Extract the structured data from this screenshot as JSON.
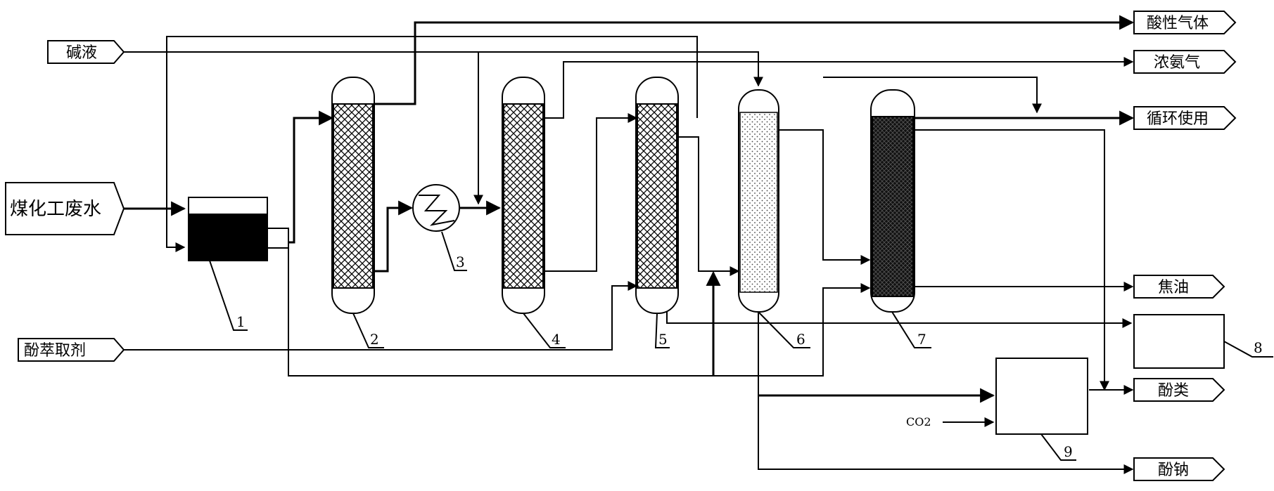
{
  "streams": {
    "acid_gas": "酸性气体",
    "alkali": "碱液",
    "conc_ammonia": "浓氨气",
    "recycle": "循环使用",
    "wastewater": "煤化工废水",
    "tar": "焦油",
    "extractant": "酚萃取剂",
    "phenols": "酚类",
    "co2": "CO2",
    "sodium_phenolate": "酚钠"
  },
  "units": [
    "1",
    "2",
    "3",
    "4",
    "5",
    "6",
    "7",
    "8",
    "9"
  ]
}
